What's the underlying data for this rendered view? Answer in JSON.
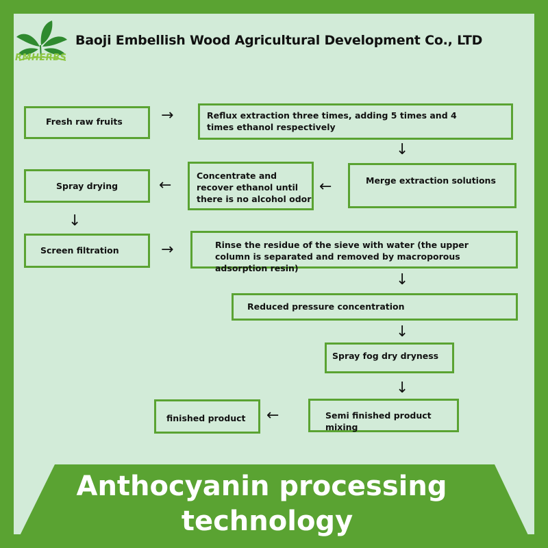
{
  "header": {
    "logo_text": "RMHERBS",
    "company_name": "Baoji Embellish Wood Agricultural Development Co., LTD"
  },
  "flowchart": {
    "steps": [
      "Fresh raw fruits",
      "Reflux extraction three times, adding 5 times and 4 times ethanol respectively",
      "Merge extraction solutions",
      "Concentrate and recover ethanol until there is no alcohol odor",
      "Spray drying",
      "Screen filtration",
      "Rinse the residue of the sieve with water (the upper column is separated and removed by macroporous adsorption resin)",
      "Reduced pressure concentration",
      "Spray fog dry dryness",
      "Semi finished product mixing",
      "finished product"
    ],
    "arrows": {
      "right": "→",
      "left": "←",
      "down": "↓"
    }
  },
  "banner": {
    "title_line1": "Anthocyanin processing",
    "title_line2": "technology"
  },
  "colors": {
    "frame_green": "#5aa332",
    "panel_mint": "#d2ebd8",
    "logo_green": "#8cc63f",
    "text": "#111111",
    "title_text": "#ffffff"
  }
}
